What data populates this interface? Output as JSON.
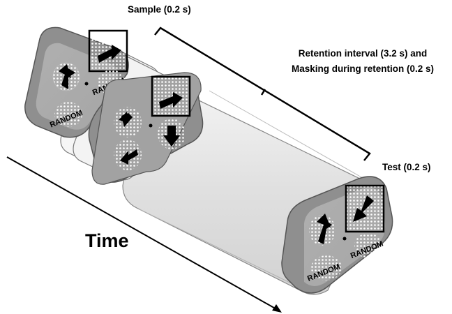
{
  "labels": {
    "sample": "Sample (0.2 s)",
    "retention_line1": "Retention interval (3.2 s) and",
    "retention_line2": "Masking during retention (0.2 s)",
    "test": "Test (0.2 s)",
    "time": "Time"
  },
  "frames": {
    "sample": {
      "quadrants": [
        "up-arrow",
        "right-arrow (cued)",
        "RANDOM",
        "RANDOM"
      ]
    },
    "mask": {
      "quadrants": [
        "up-left-arrow",
        "right-arrow (cued)",
        "left-arrow",
        "down-arrow"
      ]
    },
    "test": {
      "quadrants": [
        "up-arrow",
        "down-left-arrow (cued)",
        "RANDOM",
        "RANDOM"
      ]
    }
  },
  "random_text": "RANDOM",
  "colors": {
    "panel": "#8f8f8f",
    "panel_edge": "#5e5e5e",
    "face": "#e2e2e2",
    "tube": "#e6e6e6",
    "ink": "#000000"
  }
}
